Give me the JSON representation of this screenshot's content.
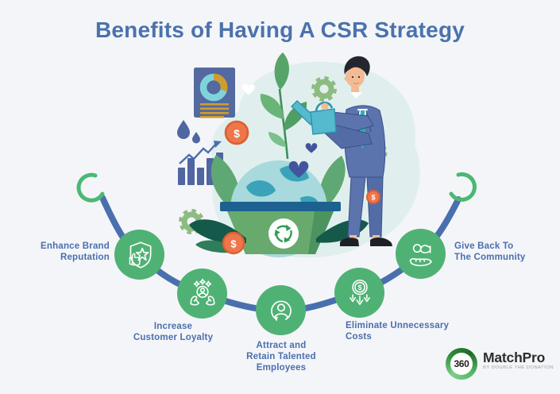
{
  "title": "Benefits of Having A CSR Strategy",
  "benefits": [
    {
      "label": "Enhance Brand Reputation",
      "lines": [
        "Enhance Brand",
        "Reputation"
      ],
      "icon": "shield-star-thumbs-up-icon"
    },
    {
      "label": "Increase Customer Loyalty",
      "lines": [
        "Increase",
        "Customer Loyalty"
      ],
      "icon": "hands-holding-person-icon"
    },
    {
      "label": "Attract and Retain Talented Employees",
      "lines": [
        "Attract and",
        "Retain Talented",
        "Employees"
      ],
      "icon": "person-retention-arrow-icon"
    },
    {
      "label": "Eliminate Unnecessary Costs",
      "lines": [
        "Eliminate Unnecessary",
        "Costs"
      ],
      "icon": "dollar-coin-down-arrows-icon"
    },
    {
      "label": "Give Back To The Community",
      "lines": [
        "Give Back To",
        "The Community"
      ],
      "icon": "hand-giving-coin-icon"
    }
  ],
  "illustration": {
    "coin_symbol": "$",
    "dollar_icon_symbol": "$"
  },
  "logo": {
    "badge": "360",
    "name": "MatchPro",
    "tagline": "BY DOUBLE THE DONATION"
  },
  "colors": {
    "background": "#f4f5f9",
    "title_blue": "#4a72ac",
    "label_blue": "#4a6fad",
    "arc_blue": "#4a6fad",
    "benefit_green": "#4fb274",
    "crescent_green": "#4bb873",
    "coin_orange": "#ed764a",
    "planter_green": "#68aa6e",
    "globe_aqua": "#a7d9dd",
    "logo_green": "#2e8b3a"
  }
}
